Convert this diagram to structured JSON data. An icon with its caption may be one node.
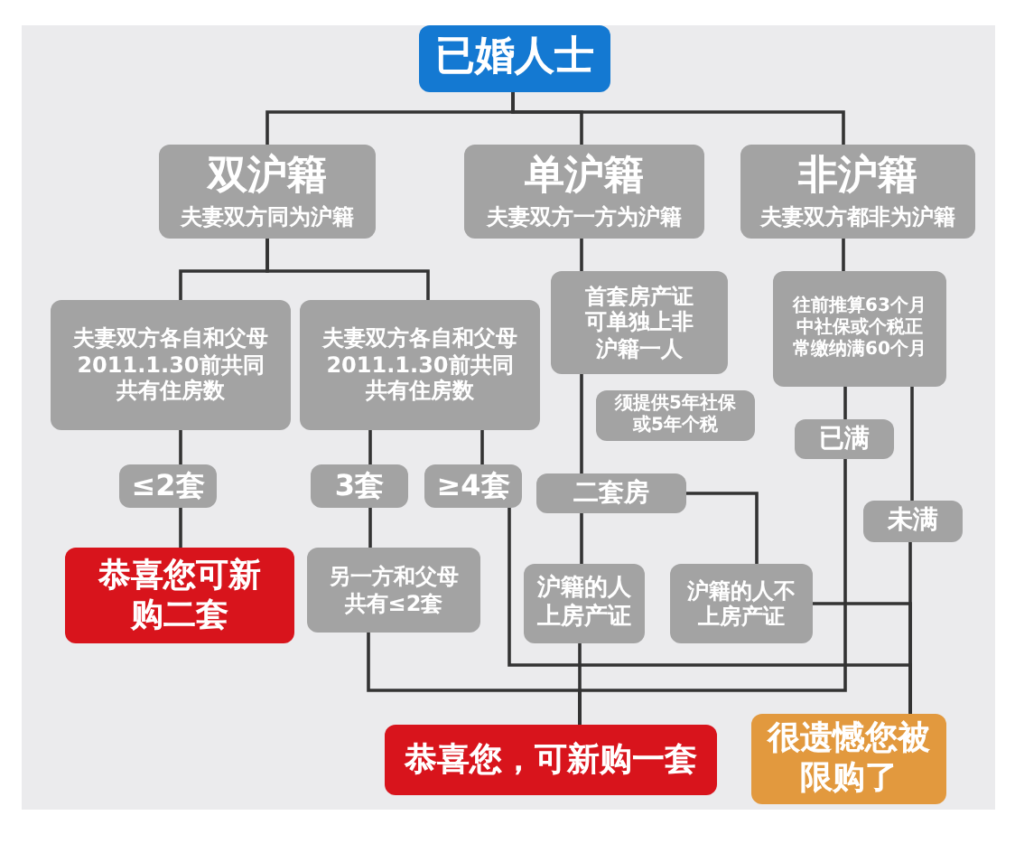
{
  "diagram": {
    "nodes": [
      {
        "text": [
          "已婚人士"
        ]
      },
      {
        "text": [
          "双沪籍",
          "夫妻双方同为沪籍"
        ]
      },
      {
        "text": [
          "单沪籍",
          "夫妻双方一方为沪籍"
        ]
      },
      {
        "text": [
          "非沪籍",
          "夫妻双方都非为沪籍"
        ]
      },
      {
        "text": [
          "夫妻双方各自和父母2011.1.30前共同共有住房数"
        ]
      },
      {
        "text": [
          "夫妻双方各自和父母2011.1.30前共同共有住房数"
        ]
      },
      {
        "text": [
          "首套房产证可单独上非沪籍一人"
        ]
      },
      {
        "text": [
          "往前推算63个月中社保或个税正常缴纳满60个月"
        ]
      },
      {
        "text": [
          "≤2套"
        ]
      },
      {
        "text": [
          "3套"
        ]
      },
      {
        "text": [
          "≥4套"
        ]
      },
      {
        "text": [
          "须提供5年社保或5年个税"
        ]
      },
      {
        "text": [
          "二套房"
        ]
      },
      {
        "text": [
          "已满"
        ]
      },
      {
        "text": [
          "未满"
        ]
      },
      {
        "text": [
          "恭喜您可新购二套"
        ]
      },
      {
        "text": [
          "另一方和父母共有≤2套"
        ]
      },
      {
        "text": [
          "沪籍的人上房产证"
        ]
      },
      {
        "text": [
          "沪籍的人不上房产证"
        ]
      },
      {
        "text": [
          "恭喜您，可新购一套"
        ]
      },
      {
        "text": [
          "很遗憾您被限购了"
        ]
      }
    ],
    "edges": [
      {
        "from": 0,
        "to": 1,
        "arrow": "none"
      },
      {
        "from": 0,
        "to": 2,
        "arrow": "none"
      },
      {
        "from": 0,
        "to": 3,
        "arrow": "none"
      },
      {
        "from": 1,
        "to": 4,
        "arrow": "none"
      },
      {
        "from": 1,
        "to": 5,
        "arrow": "none"
      },
      {
        "from": 2,
        "to": 6,
        "arrow": "none"
      },
      {
        "from": 3,
        "to": 7,
        "arrow": "none"
      },
      {
        "from": 4,
        "to": 8,
        "arrow": "none"
      },
      {
        "from": 8,
        "to": 15,
        "arrow": "none"
      },
      {
        "from": 5,
        "to": 9,
        "arrow": "none"
      },
      {
        "from": 5,
        "to": 10,
        "arrow": "none"
      },
      {
        "from": 9,
        "to": 16,
        "arrow": "none"
      },
      {
        "from": 10,
        "to": 20,
        "arrow": "none"
      },
      {
        "from": 6,
        "to": 12,
        "arrow": "none"
      },
      {
        "from": 12,
        "to": 17,
        "arrow": "none"
      },
      {
        "from": 12,
        "to": 18,
        "arrow": "none"
      },
      {
        "from": 7,
        "to": 13,
        "arrow": "none"
      },
      {
        "from": 7,
        "to": 14,
        "arrow": "none"
      },
      {
        "from": 13,
        "to": 19,
        "arrow": "none"
      },
      {
        "from": 16,
        "to": 19,
        "arrow": "none"
      },
      {
        "from": 17,
        "to": 19,
        "arrow": "none"
      },
      {
        "from": 14,
        "to": 20,
        "arrow": "none"
      },
      {
        "from": 18,
        "to": 20,
        "arrow": "none"
      }
    ]
  }
}
